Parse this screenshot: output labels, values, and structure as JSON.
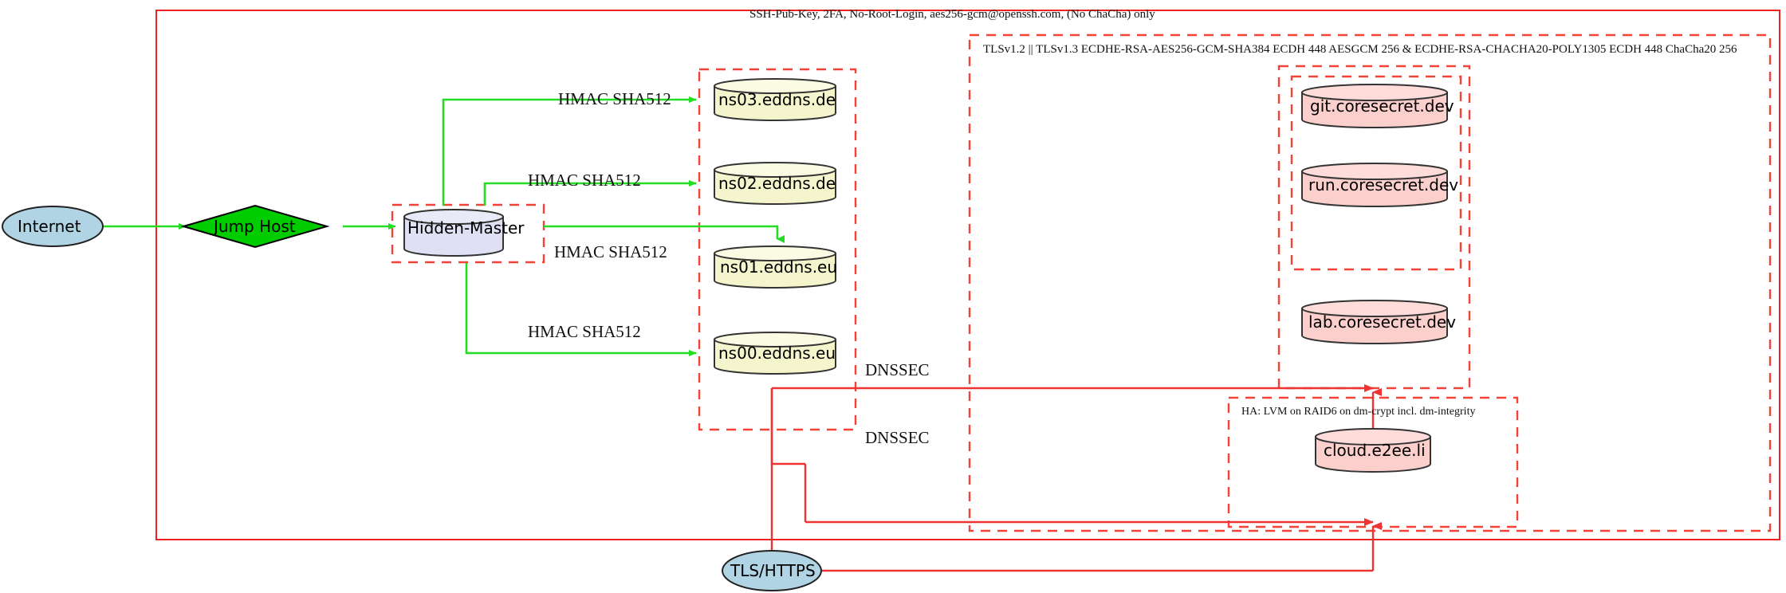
{
  "diagram": {
    "type": "network-security-architecture",
    "colors": {
      "boundary_solid": "#ee2222",
      "boundary_dashed": "#f44336",
      "flow_green": "#22dd22",
      "flow_red": "#ee3333",
      "db_yellow": "#f5f5cd",
      "db_lavender": "#dfe0f3",
      "db_pink": "#fbcfcb",
      "ellipse_blue": "#b0d4e3",
      "diamond_green": "#00cc00"
    }
  },
  "clusters": [
    {
      "id": "ssh-boundary",
      "name": "ssh-boundary",
      "label": "SSH-Pub-Key, 2FA, No-Root-Login, aes256-gcm@openssh.com, (No ChaCha) only",
      "style": "solid"
    },
    {
      "id": "tls-boundary",
      "name": "tls-boundary",
      "label": "TLSv1.2 || TLSv1.3 ECDHE-RSA-AES256-GCM-SHA384 ECDH 448 AESGCM 256 & ECDHE-RSA-CHACHA20-POLY1305 ECDH 448 ChaCha20 256",
      "style": "dashed"
    },
    {
      "id": "ha-boundary",
      "name": "ha-boundary",
      "label": "HA: LVM on RAID6 on dm-crypt incl. dm-integrity",
      "style": "dashed"
    },
    {
      "id": "hidden-master-box",
      "name": "hidden-master-cluster",
      "label": "",
      "style": "dashed"
    },
    {
      "id": "nameserver-box",
      "name": "nameserver-cluster",
      "label": "",
      "style": "dashed"
    },
    {
      "id": "services-box",
      "name": "services-cluster",
      "label": "",
      "style": "dashed"
    },
    {
      "id": "coresecret-box",
      "name": "coresecret-cluster",
      "label": "",
      "style": "dashed"
    },
    {
      "id": "cloud-box",
      "name": "cloud-cluster",
      "label": "",
      "style": "dashed"
    }
  ],
  "nodes": [
    {
      "id": "internet",
      "label": "Internet",
      "shape": "ellipse",
      "fill": "#b0d4e3"
    },
    {
      "id": "jumphost",
      "label": "Jump Host",
      "shape": "diamond",
      "fill": "#00cc00"
    },
    {
      "id": "hiddenmaster",
      "label": "Hidden-Master",
      "shape": "cylinder",
      "fill": "#dfe0f3"
    },
    {
      "id": "ns03",
      "label": "ns03.eddns.de",
      "shape": "cylinder",
      "fill": "#f5f5cd"
    },
    {
      "id": "ns02",
      "label": "ns02.eddns.de",
      "shape": "cylinder",
      "fill": "#f5f5cd"
    },
    {
      "id": "ns01",
      "label": "ns01.eddns.eu",
      "shape": "cylinder",
      "fill": "#f5f5cd"
    },
    {
      "id": "ns00",
      "label": "ns00.eddns.eu",
      "shape": "cylinder",
      "fill": "#f5f5cd"
    },
    {
      "id": "git",
      "label": "git.coresecret.dev",
      "shape": "cylinder",
      "fill": "#fbcfcb"
    },
    {
      "id": "run",
      "label": "run.coresecret.dev",
      "shape": "cylinder",
      "fill": "#fbcfcb"
    },
    {
      "id": "lab",
      "label": "lab.coresecret.dev",
      "shape": "cylinder",
      "fill": "#fbcfcb"
    },
    {
      "id": "cloud",
      "label": "cloud.e2ee.li",
      "shape": "cylinder",
      "fill": "#fbcfcb"
    },
    {
      "id": "tlshttps",
      "label": "TLS/HTTPS",
      "shape": "ellipse",
      "fill": "#b0d4e3"
    }
  ],
  "edges": [
    {
      "id": "e-internet-jumphost",
      "from": "internet",
      "to": "jumphost",
      "label": "",
      "color": "green"
    },
    {
      "id": "e-jumphost-hm",
      "from": "jumphost",
      "to": "hiddenmaster",
      "label": "",
      "color": "green"
    },
    {
      "id": "e-hm-ns03",
      "from": "hiddenmaster",
      "to": "ns03",
      "label": "HMAC SHA512",
      "color": "green"
    },
    {
      "id": "e-hm-ns02",
      "from": "hiddenmaster",
      "to": "ns02",
      "label": "HMAC SHA512",
      "color": "green"
    },
    {
      "id": "e-hm-ns01",
      "from": "hiddenmaster",
      "to": "ns01",
      "label": "HMAC SHA512",
      "color": "green"
    },
    {
      "id": "e-hm-ns00",
      "from": "hiddenmaster",
      "to": "ns00",
      "label": "HMAC SHA512",
      "color": "green"
    },
    {
      "id": "e-dnssec-services",
      "from": "nameservers",
      "to": "services",
      "label": "DNSSEC",
      "color": "red"
    },
    {
      "id": "e-dnssec-cloud",
      "from": "nameservers",
      "to": "cloud",
      "label": "DNSSEC",
      "color": "red"
    },
    {
      "id": "e-tls-services",
      "from": "tlshttps",
      "to": "services",
      "label": "",
      "color": "red"
    }
  ],
  "edge_labels": {
    "hmac": "HMAC SHA512",
    "dnssec": "DNSSEC"
  }
}
